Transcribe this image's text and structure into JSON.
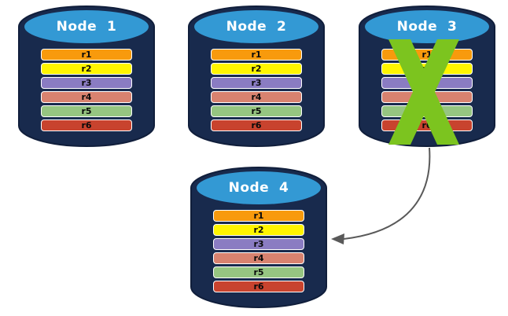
{
  "diagram": {
    "description": "Database replication diagram: four database nodes each holding rows r1-r6; Node 3 is crossed out (failed) and an arrow points from Node 3 to replacement Node 4",
    "palette": {
      "cylinder_body": "#182A4D",
      "cylinder_outline": "#101E3B",
      "cylinder_top": "#3399D4",
      "title_text": "#FFFFFF",
      "row_border": "#FFFFFF",
      "row_text": "#000000",
      "failure_x": "#7CC41F",
      "arrow": "#595959"
    },
    "nodes": [
      {
        "label": "Node  1",
        "failed": false,
        "rows": [
          {
            "label": "r1",
            "color": "#F89A0D"
          },
          {
            "label": "r2",
            "color": "#FFF500"
          },
          {
            "label": "r3",
            "color": "#8A7CC2"
          },
          {
            "label": "r4",
            "color": "#D8826F"
          },
          {
            "label": "r5",
            "color": "#96C581"
          },
          {
            "label": "r6",
            "color": "#C8432E"
          }
        ]
      },
      {
        "label": "Node  2",
        "failed": false,
        "rows": [
          {
            "label": "r1",
            "color": "#F89A0D"
          },
          {
            "label": "r2",
            "color": "#FFF500"
          },
          {
            "label": "r3",
            "color": "#8A7CC2"
          },
          {
            "label": "r4",
            "color": "#D8826F"
          },
          {
            "label": "r5",
            "color": "#96C581"
          },
          {
            "label": "r6",
            "color": "#C8432E"
          }
        ]
      },
      {
        "label": "Node  3",
        "failed": true,
        "rows": [
          {
            "label": "r1",
            "color": "#F89A0D"
          },
          {
            "label": "r2",
            "color": "#FFF500"
          },
          {
            "label": "r3",
            "color": "#8A7CC2"
          },
          {
            "label": "r4",
            "color": "#D8826F"
          },
          {
            "label": "r5",
            "color": "#96C581"
          },
          {
            "label": "r6",
            "color": "#C8432E"
          }
        ]
      },
      {
        "label": "Node  4",
        "failed": false,
        "rows": [
          {
            "label": "r1",
            "color": "#F89A0D"
          },
          {
            "label": "r2",
            "color": "#FFF500"
          },
          {
            "label": "r3",
            "color": "#8A7CC2"
          },
          {
            "label": "r4",
            "color": "#D8826F"
          },
          {
            "label": "r5",
            "color": "#96C581"
          },
          {
            "label": "r6",
            "color": "#C8432E"
          }
        ]
      }
    ],
    "arrow": {
      "from": "Node 3",
      "to": "Node 4"
    }
  }
}
